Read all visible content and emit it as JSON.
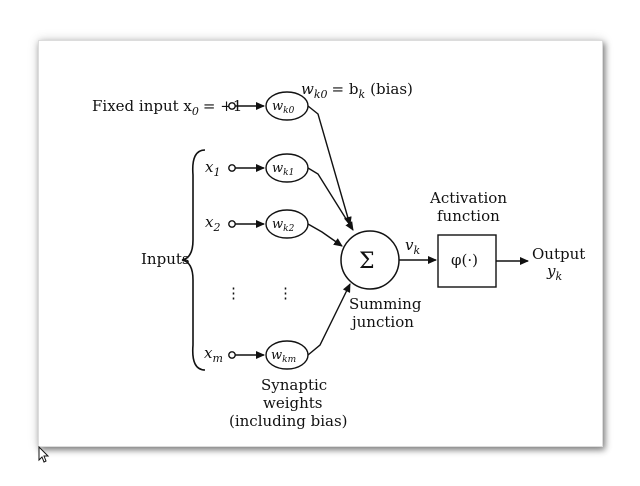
{
  "diagram": {
    "fixed_input": {
      "label": "Fixed input x",
      "label_sub": "0",
      "value": "= +1"
    },
    "bias_note": {
      "w": "w",
      "w_sub": "k0",
      "eq": "= b",
      "b_sub": "k",
      "suffix": "(bias)"
    },
    "inputs_label": "Inputs",
    "inputs": [
      {
        "name": "x",
        "sub": "1"
      },
      {
        "name": "x",
        "sub": "2"
      },
      {
        "name": "x",
        "sub": "m"
      }
    ],
    "weights": [
      {
        "name": "w",
        "sub": "k0"
      },
      {
        "name": "w",
        "sub": "k1"
      },
      {
        "name": "w",
        "sub": "k2"
      },
      {
        "name": "w",
        "sub": "km"
      }
    ],
    "ellipsis": "⋮",
    "summing_symbol": "Σ",
    "summing_label": [
      "Summing",
      "junction"
    ],
    "induced_field": {
      "name": "v",
      "sub": "k"
    },
    "activation_title": [
      "Activation",
      "function"
    ],
    "activation_box": "φ(·)",
    "output": {
      "label": "Output",
      "name": "y",
      "sub": "k"
    },
    "synaptic_label": [
      "Synaptic",
      "weights",
      "(including bias)"
    ]
  }
}
